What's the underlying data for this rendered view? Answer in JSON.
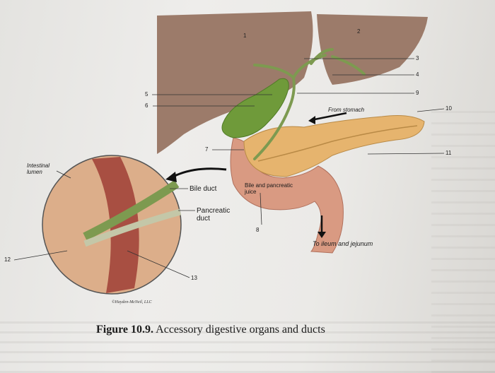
{
  "figure": {
    "caption_number": "Figure 10.9.",
    "caption_text": "Accessory digestive organs and ducts",
    "credit": "©Hayden-McNeil, LLC"
  },
  "labels": {
    "intestinal_lumen": "Intestinal lumen",
    "bile_duct": "Bile duct",
    "pancreatic_duct": "Pancreatic duct",
    "bile_and_pancreatic_juice": "Bile and pancreatic juice",
    "from_stomach": "From stomach",
    "to_ileum": "To ileum and jejunum"
  },
  "numbers": {
    "n1": "1",
    "n2": "2",
    "n3": "3",
    "n4": "4",
    "n5": "5",
    "n6": "6",
    "n7": "7",
    "n8": "8",
    "n9": "9",
    "n10": "10",
    "n11": "11",
    "n12": "12",
    "n13": "13"
  },
  "colors": {
    "liver": "#9c7b6a",
    "gallbladder": "#6f9a3a",
    "pancreas": "#e6b46e",
    "duodenum": "#d99a82",
    "duct": "#7d9a50"
  }
}
